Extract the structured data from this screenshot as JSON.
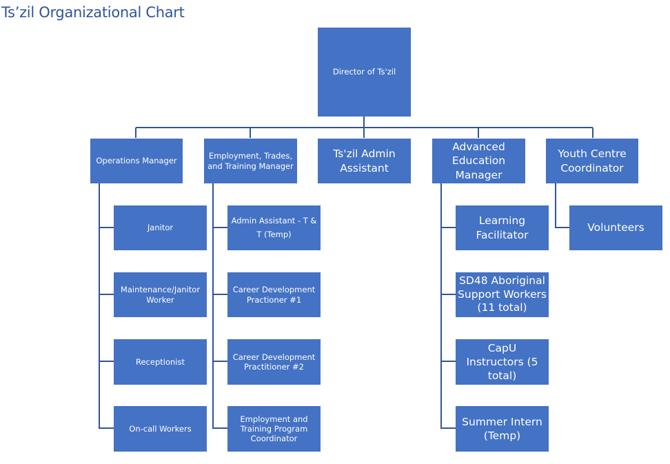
{
  "title": "Ts’zil Organizational Chart",
  "colors": {
    "box_fill": "#4472c4",
    "connector": "#2f5597",
    "title_text": "#2f5597",
    "box_text": "#ffffff"
  },
  "director": {
    "label": "Director of Ts'zil"
  },
  "managers": [
    {
      "label": "Operations Manager",
      "reports": [
        "Janitor",
        "Maintenance/Janitor Worker",
        "Receptionist",
        "On-call Workers"
      ]
    },
    {
      "label": "Employment, Trades, and Training Manager",
      "reports": [
        "Admin Assistant - T & T (Temp)",
        "Career Development Practioner #1",
        "Career Development Practitioner #2",
        "Employment and Training Program Coordinator"
      ]
    },
    {
      "label": "Ts'zil Admin Assistant",
      "reports": []
    },
    {
      "label": "Advanced Education Manager",
      "reports": [
        "Learning Facilitator",
        "SD48 Aboriginal Support Workers (11 total)",
        "CapU Instructors (5 total)",
        "Summer Intern (Temp)"
      ]
    },
    {
      "label": "Youth Centre Coordinator",
      "reports": [
        "Volunteers"
      ]
    }
  ]
}
